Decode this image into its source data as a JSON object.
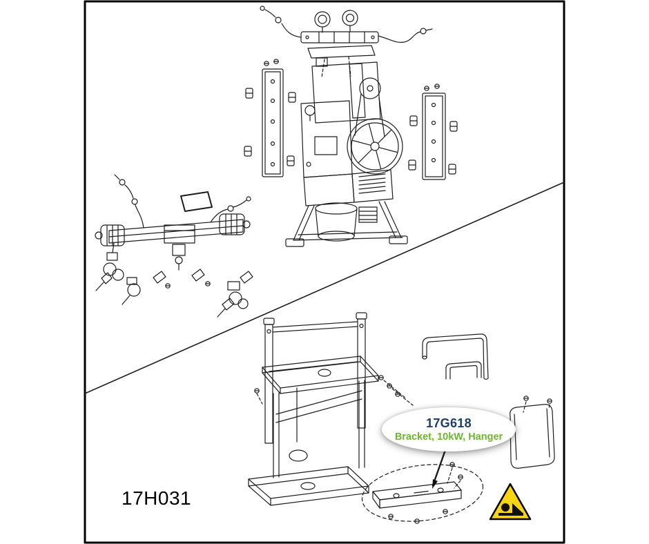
{
  "drawing": {
    "number": "17H031"
  },
  "callout": {
    "part_number": "17G618",
    "description": "Bracket, 10kW, Hanger",
    "part_number_color": "#1c3e6b",
    "description_color": "#6fb52f",
    "bubble_color": "#ffffff"
  },
  "warning_icon": {
    "name": "pinch-hazard",
    "fill": "#f7d414",
    "stroke": "#000000"
  },
  "line_art": {
    "stroke_color": "#1c1c1c",
    "border_color": "#000000"
  }
}
